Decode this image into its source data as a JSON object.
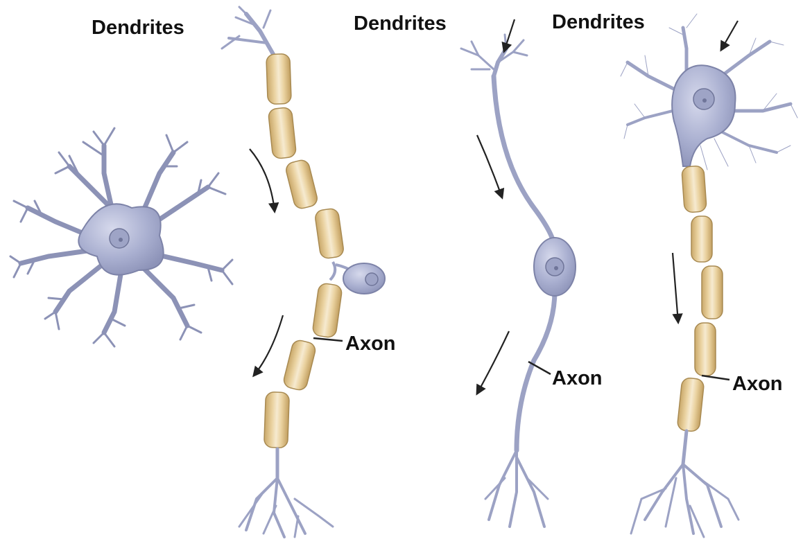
{
  "labels": {
    "dendrites_1": "Dendrites",
    "dendrites_2": "Dendrites",
    "dendrites_3": "Dendrites",
    "axon_1": "Axon",
    "axon_2": "Axon",
    "axon_3": "Axon"
  },
  "colors": {
    "cell_body": "#a9afd0",
    "cell_outline": "#6f7599",
    "myelin": "#e0c48c",
    "myelin_outline": "#a88a52",
    "label_text": "#111111"
  }
}
